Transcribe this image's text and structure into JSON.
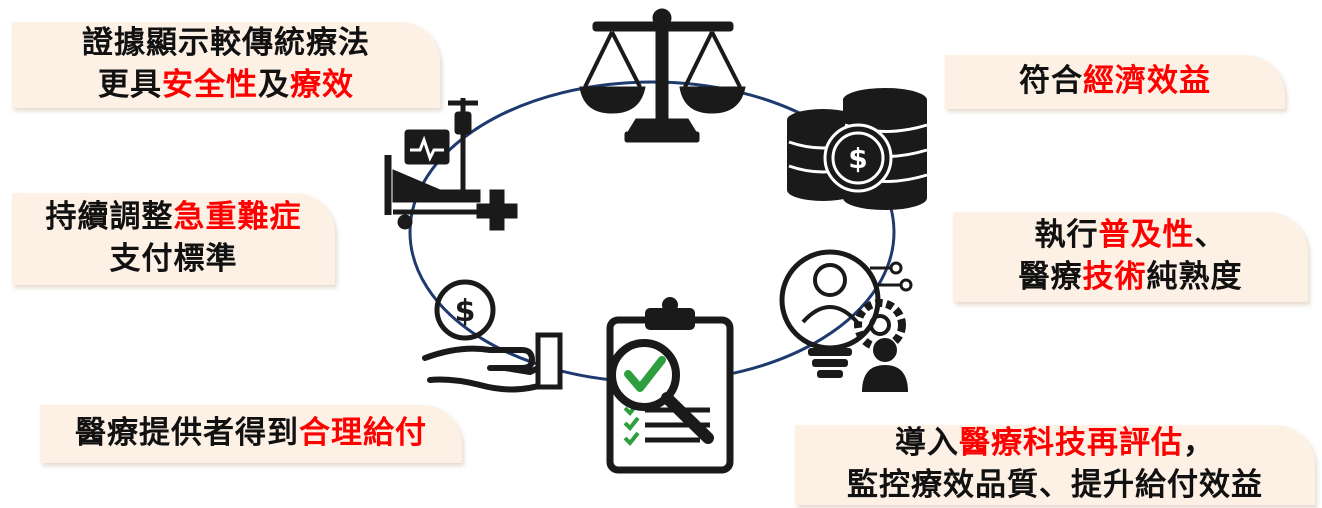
{
  "boxes": {
    "top_left": {
      "line1": "證據顯示較傳統療法",
      "line2_pre": "更具",
      "line2_hl1": "安全性",
      "line2_mid": "及",
      "line2_hl2": "療效"
    },
    "top_right": {
      "pre": "符合",
      "hl": "經濟效益"
    },
    "mid_left": {
      "line1_pre": "持續調整",
      "line1_hl": "急重難症",
      "line2": "支付標準"
    },
    "mid_right": {
      "line1_pre": "執行",
      "line1_hl": "普及性",
      "line1_post": "、",
      "line2_pre": "醫療",
      "line2_hl": "技術",
      "line2_post": "純熟度"
    },
    "bottom_left": {
      "pre": "醫療提供者得到",
      "hl": "合理給付"
    },
    "bottom_right": {
      "line1_pre": "導入",
      "line1_hl": "醫療科技再評估",
      "line1_post": "，",
      "line2": "監控療效品質、提升給付效益"
    }
  },
  "colors": {
    "highlight": "#ff0000",
    "box_bg": "#fdf1e6",
    "cycle_line": "#1f3a6e",
    "icon": "#1a1a1a",
    "check": "#2e9e3e"
  },
  "icons": [
    "scale-icon",
    "coins-dollar-icon",
    "hospital-bed-icon",
    "idea-person-gear-icon",
    "hand-coin-icon",
    "clipboard-magnifier-icon"
  ]
}
